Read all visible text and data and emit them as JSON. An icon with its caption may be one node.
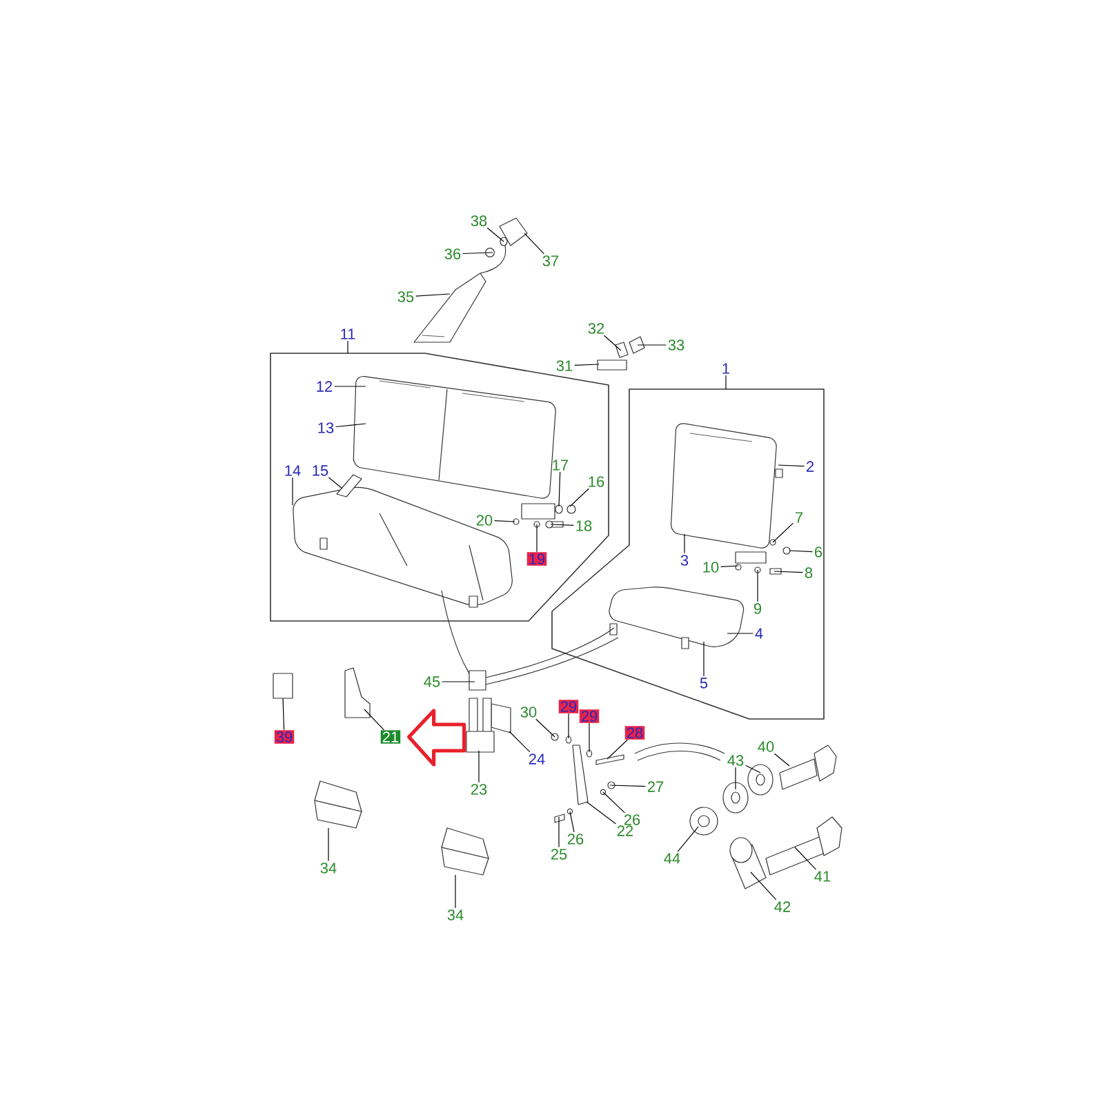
{
  "diagram": {
    "nodes": [
      {
        "text": [
          "38"
        ]
      },
      {
        "text": [
          "37"
        ]
      },
      {
        "text": [
          "36"
        ]
      },
      {
        "text": [
          "35"
        ]
      },
      {
        "text": [
          "32"
        ]
      },
      {
        "text": [
          "33"
        ]
      },
      {
        "text": [
          "31"
        ]
      },
      {
        "text": [
          "11"
        ]
      },
      {
        "text": [
          "1"
        ]
      },
      {
        "text": [
          "12"
        ],
        "in": 48
      },
      {
        "text": [
          "13"
        ],
        "in": 48
      },
      {
        "text": [
          "14"
        ],
        "in": 48
      },
      {
        "text": [
          "15"
        ],
        "in": 48
      },
      {
        "text": [
          "17"
        ],
        "in": 48
      },
      {
        "text": [
          "16"
        ],
        "in": 48
      },
      {
        "text": [
          "2"
        ],
        "in": 49
      },
      {
        "text": [
          "20"
        ],
        "in": 48
      },
      {
        "text": [
          "18"
        ],
        "in": 48
      },
      {
        "text": [
          "7"
        ],
        "in": 49
      },
      {
        "text": [
          "19"
        ],
        "in": 48
      },
      {
        "text": [
          "6"
        ],
        "in": 49
      },
      {
        "text": [
          "3"
        ],
        "in": 49
      },
      {
        "text": [
          "10"
        ],
        "in": 49
      },
      {
        "text": [
          "8"
        ],
        "in": 49
      },
      {
        "text": [
          "9"
        ],
        "in": 49
      },
      {
        "text": [
          "4"
        ],
        "in": 49
      },
      {
        "text": [
          "45"
        ]
      },
      {
        "text": [
          "5"
        ],
        "in": 49
      },
      {
        "text": [
          "30"
        ]
      },
      {
        "text": [
          "29"
        ]
      },
      {
        "text": [
          "29"
        ]
      },
      {
        "text": [
          "39"
        ]
      },
      {
        "text": [
          "21"
        ]
      },
      {
        "text": [
          "28"
        ]
      },
      {
        "text": [
          "24"
        ]
      },
      {
        "text": [
          "23"
        ]
      },
      {
        "text": [
          "27"
        ]
      },
      {
        "text": [
          "26"
        ]
      },
      {
        "text": [
          "22"
        ]
      },
      {
        "text": [
          "26"
        ]
      },
      {
        "text": [
          "25"
        ]
      },
      {
        "text": [
          "34"
        ]
      },
      {
        "text": [
          "34"
        ]
      },
      {
        "text": [
          "40"
        ]
      },
      {
        "text": [
          "43"
        ]
      },
      {
        "text": [
          "44"
        ]
      },
      {
        "text": [
          "41"
        ]
      },
      {
        "text": [
          "42"
        ]
      },
      {
        "text": [],
        "shape": "box"
      },
      {
        "text": [],
        "shape": "box"
      },
      {
        "text": [],
        "shape": "circle"
      },
      {
        "text": [],
        "shape": "picture"
      },
      {
        "text": [],
        "shape": "circle"
      },
      {
        "text": [],
        "shape": "picture"
      },
      {
        "text": [],
        "shape": "picture"
      },
      {
        "text": [],
        "shape": "picture"
      },
      {
        "text": [],
        "shape": "box"
      },
      {
        "text": [],
        "shape": "picture",
        "in": 48
      },
      {
        "text": [],
        "shape": "picture",
        "in": 48
      },
      {
        "text": [],
        "shape": "picture",
        "in": 48
      },
      {
        "text": [],
        "shape": "circle",
        "in": 48
      },
      {
        "text": [],
        "shape": "circle",
        "in": 48
      },
      {
        "text": [],
        "shape": "circle",
        "in": 48
      },
      {
        "text": [],
        "shape": "box",
        "in": 48
      },
      {
        "text": [],
        "shape": "circle",
        "in": 48
      },
      {
        "text": [],
        "shape": "picture",
        "in": 49
      },
      {
        "text": [],
        "shape": "circle",
        "in": 49
      },
      {
        "text": [],
        "shape": "circle",
        "in": 49
      },
      {
        "text": [],
        "shape": "circle",
        "in": 49
      },
      {
        "text": [],
        "shape": "box",
        "in": 49
      },
      {
        "text": [],
        "shape": "circle",
        "in": 49
      },
      {
        "text": [],
        "shape": "picture",
        "in": 49
      },
      {
        "text": [],
        "shape": "box"
      },
      {
        "text": [],
        "shape": "circle"
      },
      {
        "text": [],
        "shape": "circle"
      },
      {
        "text": [],
        "shape": "circle"
      },
      {
        "text": [],
        "shape": "box"
      },
      {
        "text": [],
        "shape": "picture"
      },
      {
        "text": [],
        "shape": "box"
      },
      {
        "text": [],
        "shape": "box"
      },
      {
        "text": [],
        "shape": "picture"
      },
      {
        "text": [],
        "shape": "circle"
      },
      {
        "text": [],
        "shape": "circle"
      },
      {
        "text": [],
        "shape": "picture"
      },
      {
        "text": [],
        "shape": "circle"
      },
      {
        "text": [],
        "shape": "box"
      },
      {
        "text": [],
        "shape": "picture"
      },
      {
        "text": [],
        "shape": "picture"
      },
      {
        "text": [],
        "shape": "picture"
      },
      {
        "text": [],
        "shape": "picture"
      },
      {
        "text": [],
        "shape": "picture"
      },
      {
        "text": [],
        "shape": "picture"
      },
      {
        "text": [],
        "shape": "picture"
      },
      {
        "text": [],
        "shape": "picture"
      }
    ],
    "edges": [
      {
        "from": 0,
        "to": 50,
        "arrow": "none"
      },
      {
        "from": 1,
        "to": 51,
        "arrow": "none"
      },
      {
        "from": 2,
        "to": 52,
        "arrow": "none"
      },
      {
        "from": 3,
        "to": 53,
        "arrow": "none"
      },
      {
        "from": 4,
        "to": 54,
        "arrow": "none"
      },
      {
        "from": 5,
        "to": 55,
        "arrow": "none"
      },
      {
        "from": 6,
        "to": 56,
        "arrow": "none"
      },
      {
        "from": 7,
        "to": 48,
        "arrow": "none"
      },
      {
        "from": 8,
        "to": 49,
        "arrow": "none"
      },
      {
        "from": 9,
        "to": 57,
        "arrow": "none"
      },
      {
        "from": 10,
        "to": 57,
        "arrow": "none"
      },
      {
        "from": 11,
        "to": 58,
        "arrow": "none"
      },
      {
        "from": 12,
        "to": 59,
        "arrow": "none"
      },
      {
        "from": 13,
        "to": 60,
        "arrow": "none"
      },
      {
        "from": 14,
        "to": 61,
        "arrow": "none"
      },
      {
        "from": 15,
        "to": 65,
        "arrow": "none"
      },
      {
        "from": 16,
        "to": 62,
        "arrow": "none"
      },
      {
        "from": 17,
        "to": 63,
        "arrow": "none"
      },
      {
        "from": 18,
        "to": 66,
        "arrow": "none"
      },
      {
        "from": 19,
        "to": 64,
        "arrow": "none"
      },
      {
        "from": 20,
        "to": 67,
        "arrow": "none"
      },
      {
        "from": 21,
        "to": 65,
        "arrow": "none"
      },
      {
        "from": 22,
        "to": 68,
        "arrow": "none"
      },
      {
        "from": 23,
        "to": 69,
        "arrow": "none"
      },
      {
        "from": 24,
        "to": 70,
        "arrow": "none"
      },
      {
        "from": 25,
        "to": 71,
        "arrow": "none"
      },
      {
        "from": 26,
        "to": 72,
        "arrow": "none"
      },
      {
        "from": 27,
        "to": 71,
        "arrow": "none"
      },
      {
        "from": 28,
        "to": 73,
        "arrow": "none"
      },
      {
        "from": 29,
        "to": 74,
        "arrow": "none"
      },
      {
        "from": 30,
        "to": 75,
        "arrow": "none"
      },
      {
        "from": 31,
        "to": 76,
        "arrow": "none"
      },
      {
        "from": 32,
        "to": 77,
        "arrow": "none"
      },
      {
        "from": 33,
        "to": 78,
        "arrow": "none"
      },
      {
        "from": 34,
        "to": 79,
        "arrow": "none"
      },
      {
        "from": 35,
        "to": 80,
        "arrow": "none"
      },
      {
        "from": 36,
        "to": 81,
        "arrow": "none"
      },
      {
        "from": 37,
        "to": 82,
        "arrow": "none"
      },
      {
        "from": 38,
        "to": 83,
        "arrow": "none"
      },
      {
        "from": 39,
        "to": 84,
        "arrow": "none"
      },
      {
        "from": 40,
        "to": 85,
        "arrow": "none"
      },
      {
        "from": 41,
        "to": 86,
        "arrow": "none"
      },
      {
        "from": 42,
        "to": 87,
        "arrow": "none"
      },
      {
        "from": 43,
        "to": 88,
        "arrow": "none"
      },
      {
        "from": 44,
        "to": 89,
        "arrow": "none"
      },
      {
        "from": 44,
        "to": 90,
        "arrow": "none"
      },
      {
        "from": 45,
        "to": 91,
        "arrow": "none"
      },
      {
        "from": 46,
        "to": 92,
        "arrow": "none"
      },
      {
        "from": 47,
        "to": 93,
        "arrow": "none"
      },
      {
        "from": null,
        "to": 32,
        "arrow": "to",
        "style": "thick",
        "color": "#e8202a"
      }
    ]
  }
}
